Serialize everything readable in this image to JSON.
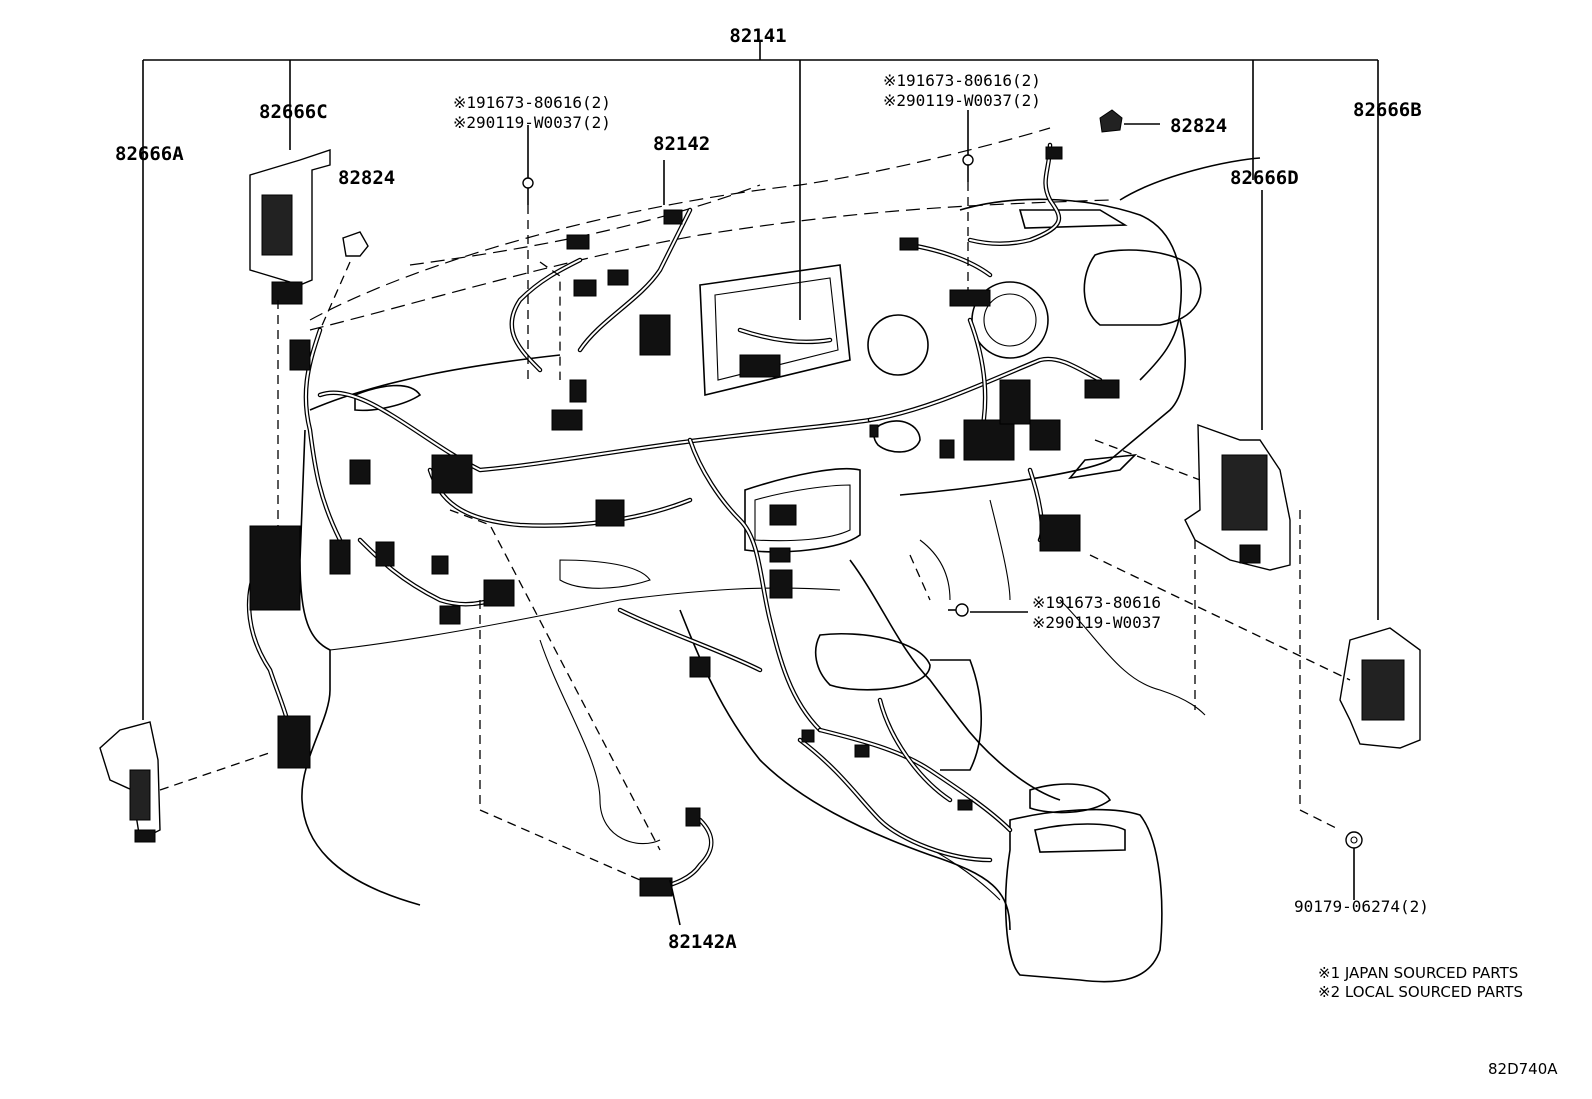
{
  "labels": {
    "main_harness": "82141",
    "bracket_a": "82666A",
    "bracket_b": "82666B",
    "bracket_c": "82666C",
    "bracket_d": "82666D",
    "connector_left": "82824",
    "connector_right": "82824",
    "wire_82142": "82142",
    "wire_82142a": "82142A",
    "clip_nut": "90179-06274(2)",
    "drawing_code": "82D740A"
  },
  "fastener_refs": {
    "left_top": [
      "※191673-80616(2)",
      "※290119-W0037(2)"
    ],
    "right_top": [
      "※191673-80616(2)",
      "※290119-W0037(2)"
    ],
    "center_low": [
      "※191673-80616",
      "※290119-W0037"
    ]
  },
  "legend": [
    "※1 JAPAN SOURCED PARTS",
    "※2 LOCAL SOURCED PARTS"
  ]
}
